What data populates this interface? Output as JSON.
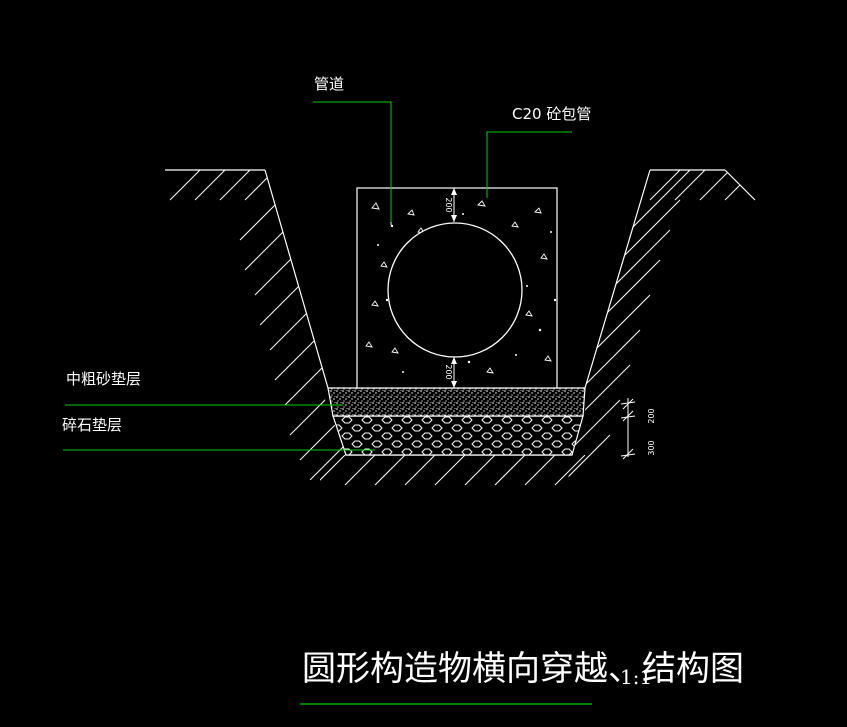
{
  "labels": {
    "pipe": "管道",
    "concrete_encasement": "C20  砼包管",
    "sand_cushion": "中粗砂垫层",
    "gravel_cushion": "碎石垫层"
  },
  "dimensions": {
    "top_cover": "200",
    "bottom_cover": "200",
    "sand_layer": "200",
    "gravel_layer": "300"
  },
  "title": {
    "text": "圆形构造物横向穿越、结构图",
    "scale": "1:1"
  },
  "colors": {
    "background": "#000000",
    "lines": "#ffffff",
    "leaders": "#00cc00"
  }
}
